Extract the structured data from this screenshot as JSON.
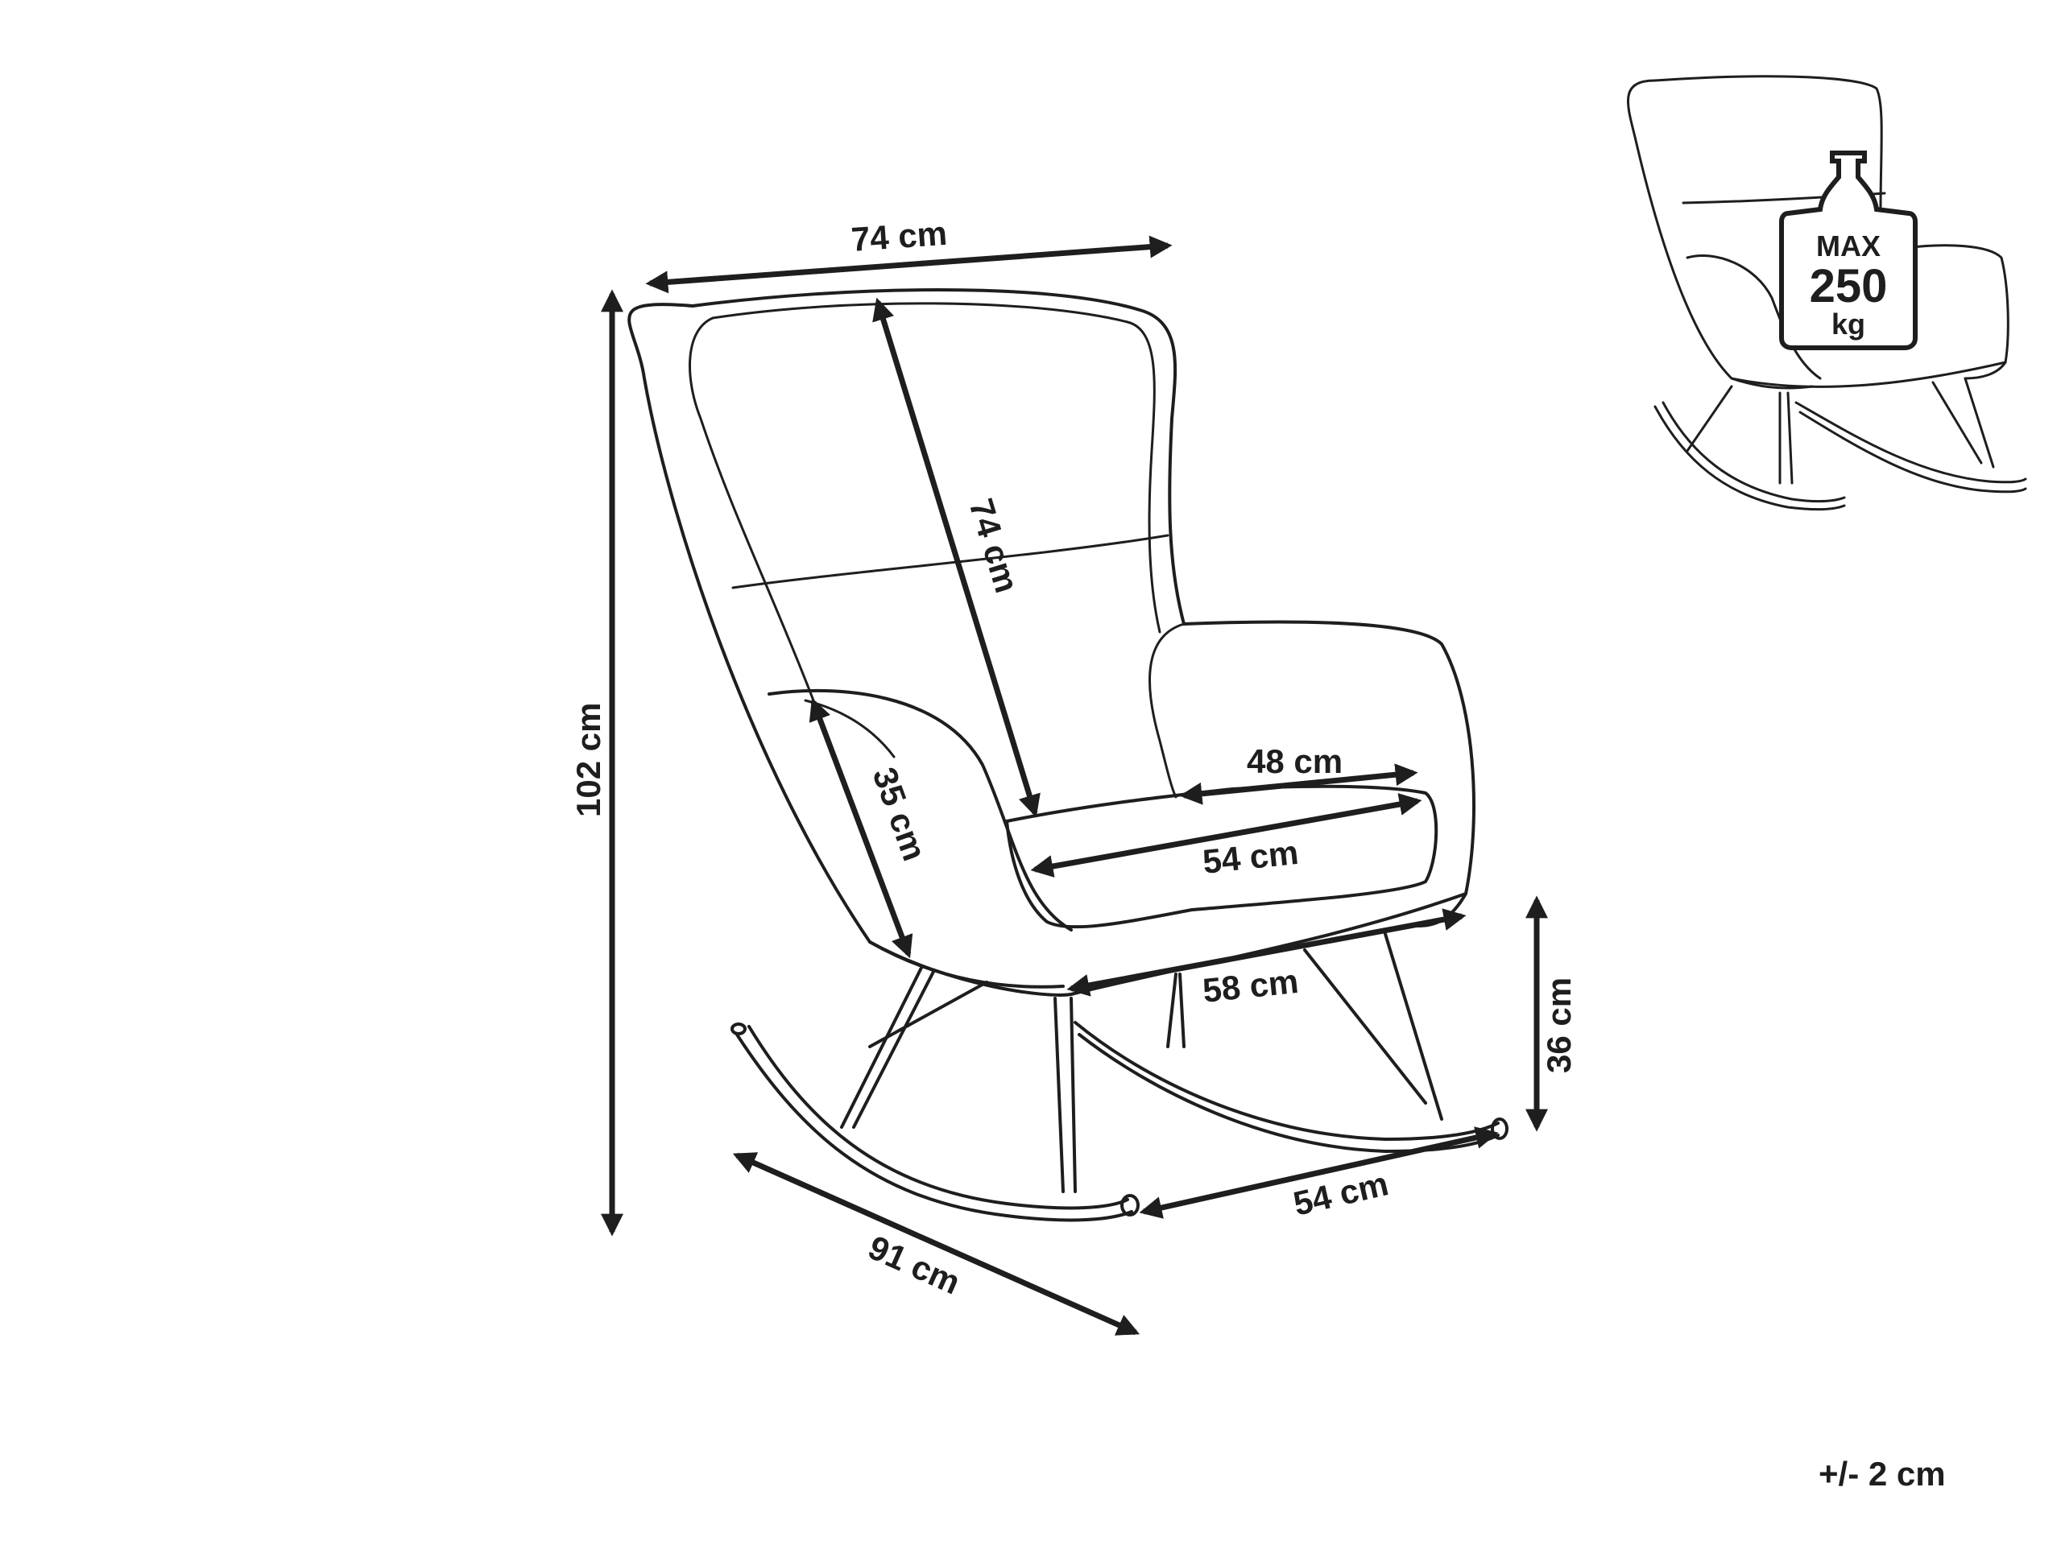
{
  "dimensions": {
    "top_width": "74 cm",
    "back_height": "74 cm",
    "total_height": "102 cm",
    "armrest_height": "35 cm",
    "seat_depth_inner": "48 cm",
    "seat_width": "54 cm",
    "seat_width_outer": "58 cm",
    "seat_height": "36 cm",
    "base_width": "54 cm",
    "depth": "91 cm",
    "tolerance": "+/- 2 cm"
  },
  "max_load": {
    "label": "MAX",
    "value": "250",
    "unit": "kg"
  }
}
